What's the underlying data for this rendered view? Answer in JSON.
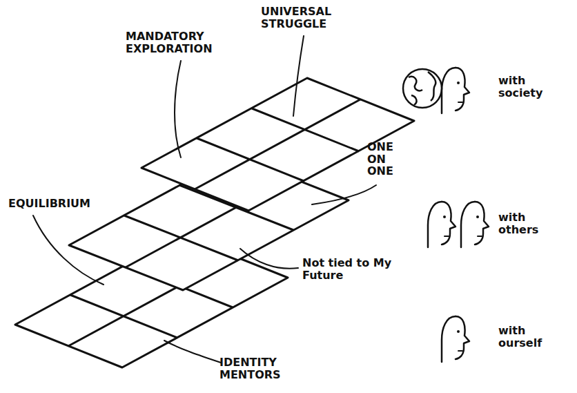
{
  "diagram": {
    "labels": [
      "UNIVERSAL STRUGGLE",
      "MANDATORY EXPLORATION",
      "ONE ON ONE",
      "EQUILIBRIUM",
      "Not tied to My Future",
      "IDENTITY MENTORS",
      "with society",
      "with others",
      "with ourself"
    ]
  }
}
